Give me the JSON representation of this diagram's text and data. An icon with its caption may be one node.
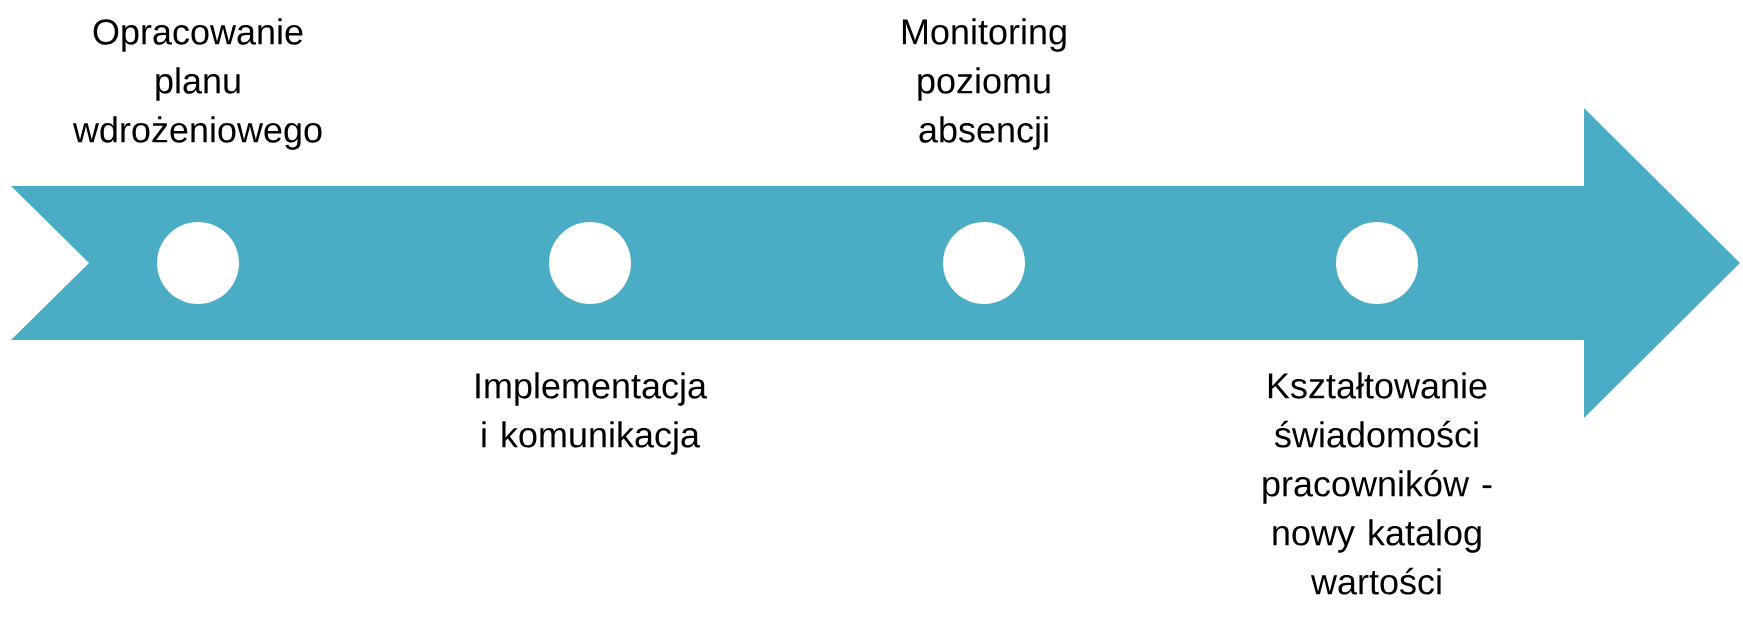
{
  "diagram": {
    "nodes": [
      {
        "text": [],
        "shape": "arrow"
      },
      {
        "text": [],
        "shape": "circle",
        "in": 0,
        "beside": [
          "Opracowanie planu wdrożeniowego"
        ]
      },
      {
        "text": [],
        "shape": "circle",
        "in": 0,
        "beside": [
          "Implementacja i komunikacja"
        ]
      },
      {
        "text": [],
        "shape": "circle",
        "in": 0,
        "beside": [
          "Monitoring poziomu absencji"
        ]
      },
      {
        "text": [],
        "shape": "circle",
        "in": 0,
        "beside": [
          "Kształtowanie świadomości pracowników - nowy katalog wartości"
        ]
      }
    ]
  }
}
